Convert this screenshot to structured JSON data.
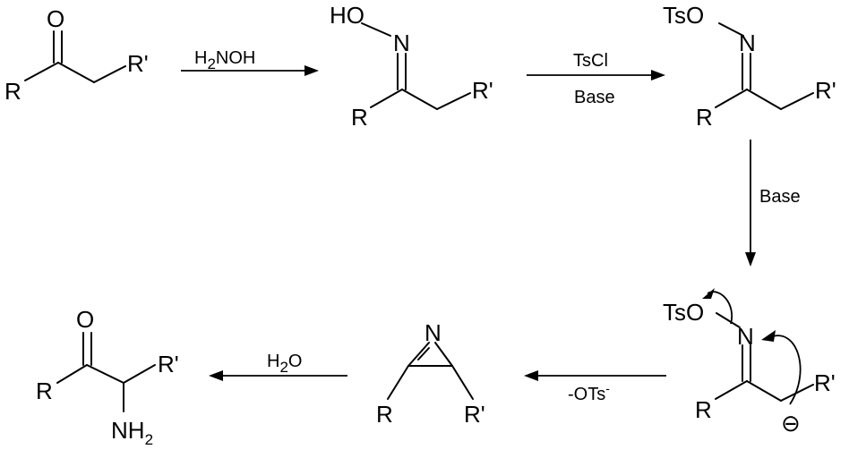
{
  "structures": {
    "ketone": {
      "o": "O",
      "r": "R",
      "r2": "R'"
    },
    "oxime": {
      "ho": "HO",
      "n": "N",
      "r": "R",
      "r2": "R'"
    },
    "tosylate": {
      "tso": "TsO",
      "n": "N",
      "r": "R",
      "r2": "R'"
    },
    "carbanion": {
      "tso": "TsO",
      "n": "N",
      "r": "R",
      "r2": "R'",
      "charge": "⊖"
    },
    "azirine": {
      "n": "N",
      "r": "R",
      "r2": "R'"
    },
    "aminoketone": {
      "o": "O",
      "r": "R",
      "r2": "R'",
      "nh": "NH",
      "nh_sub": "2"
    }
  },
  "reagents": {
    "step1": {
      "main": "H",
      "sub": "2",
      "rest": "NOH"
    },
    "step2_top": "TsCl",
    "step2_bottom": "Base",
    "step3": "Base",
    "step4": {
      "main": "-OTs",
      "sup": "-"
    },
    "step5": {
      "main": "H",
      "sub": "2",
      "rest": "O"
    }
  }
}
